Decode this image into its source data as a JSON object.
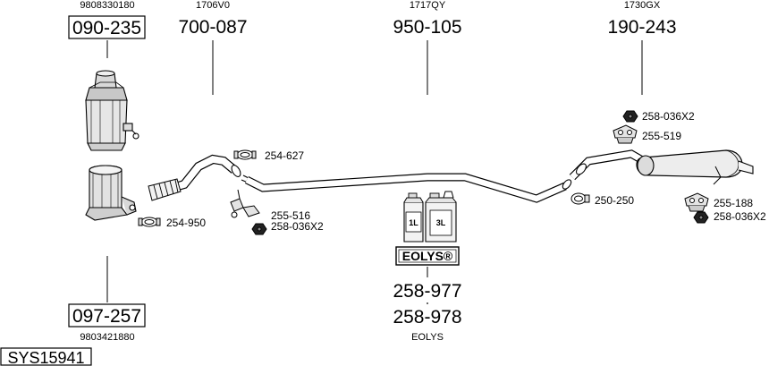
{
  "parts": {
    "p090235": {
      "number": "090-235",
      "ref": "9808330180"
    },
    "p700087": {
      "number": "700-087",
      "ref": "1706V0"
    },
    "p950105": {
      "number": "950-105",
      "ref": "1717QY"
    },
    "p190243": {
      "number": "190-243",
      "ref": "1730GX"
    },
    "p097257": {
      "number": "097-257",
      "ref": "9803421880"
    },
    "p258977": {
      "number": "258-977"
    },
    "p258978": {
      "number": "258-978",
      "ref": "EOLYS"
    }
  },
  "small_parts": {
    "s254627": "254-627",
    "s254950": "254-950",
    "s255516": "255-516",
    "s258036x2_a": "258-036X2",
    "s258036x2_b": "258-036X2",
    "s255519": "255-519",
    "s250250": "250-250",
    "s255188": "255-188",
    "s258036x2_c": "258-036X2"
  },
  "eolys": {
    "label": "EOLYS®",
    "can_small": "1L",
    "can_large": "3L"
  },
  "system_id": "SYS15941"
}
